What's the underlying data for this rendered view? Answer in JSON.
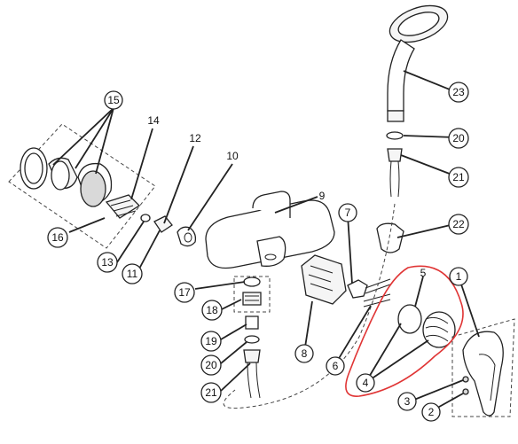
{
  "parts": {
    "p1": "1",
    "p2": "2",
    "p3": "3",
    "p4": "4",
    "p5": "5",
    "p6": "6",
    "p7": "7",
    "p8": "8",
    "p9": "9",
    "p10": "10",
    "p11": "11",
    "p12": "12",
    "p13": "13",
    "p14": "14",
    "p15": "15",
    "p16": "16",
    "p17": "17",
    "p18": "18",
    "p19": "19",
    "p20_top": "20",
    "p20_bottom": "20",
    "p21_top": "21",
    "p21_bottom": "21",
    "p22": "22",
    "p23": "23"
  },
  "colors": {
    "highlight": "#e03535",
    "line": "#222222"
  }
}
